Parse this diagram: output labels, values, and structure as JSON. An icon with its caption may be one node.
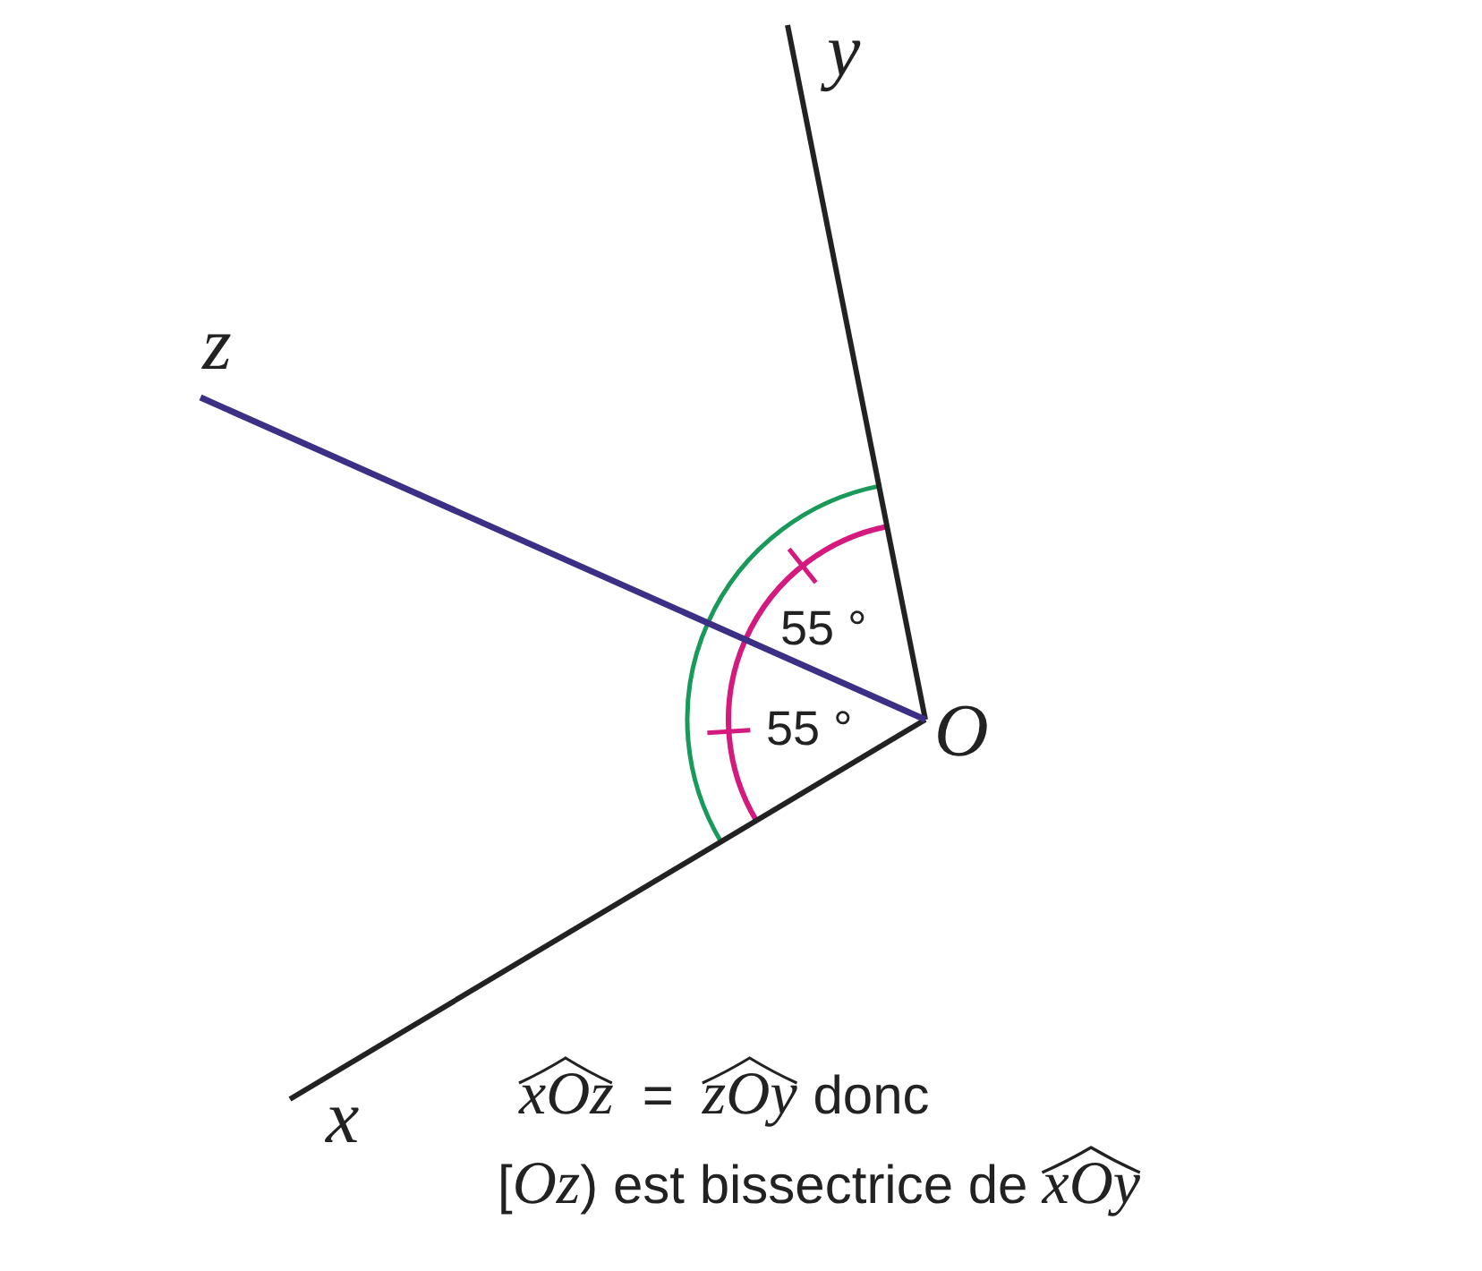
{
  "diagram": {
    "labels": [
      "y",
      "z",
      "55 °",
      "55 °",
      "O",
      "x",
      "xOz",
      "=",
      "zOy",
      "donc",
      "[*Oz*) est bissectrice de",
      "xOy"
    ]
  }
}
